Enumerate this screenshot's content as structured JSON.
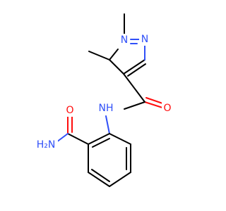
{
  "molecule": {
    "atoms": {
      "n1_label": "N",
      "n2_label": "N",
      "amide_nh_label": "NH",
      "carbonyl_o_label": "O",
      "primary_amide_label": "H₂N",
      "primary_amide_o_label": "O"
    },
    "colors": {
      "bond": "#000000",
      "nitrogen": "#3050f8",
      "oxygen": "#ff0d0d",
      "background": "#ffffff"
    }
  }
}
